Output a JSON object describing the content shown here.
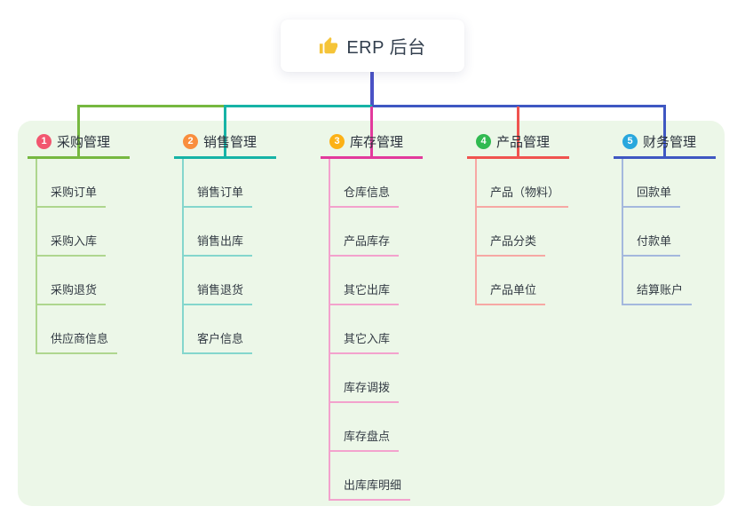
{
  "root": {
    "label": "ERP 后台",
    "icon": "thumbs-up-icon",
    "connector_color": "#4a52c6",
    "icon_color": "#f5c438"
  },
  "panel": {
    "background": "#ecf7e8"
  },
  "branches": [
    {
      "number": "1",
      "title": "采购管理",
      "color": "#76b840",
      "light_color": "#aed68e",
      "badge_color": "#f2566f",
      "items": [
        "采购订单",
        "采购入库",
        "采购退货",
        "供应商信息"
      ]
    },
    {
      "number": "2",
      "title": "销售管理",
      "color": "#16b3a6",
      "light_color": "#84d6cd",
      "badge_color": "#f98e3d",
      "items": [
        "销售订单",
        "销售出库",
        "销售退货",
        "客户信息"
      ]
    },
    {
      "number": "3",
      "title": "库存管理",
      "color": "#e23a9c",
      "light_color": "#f3a2cd",
      "badge_color": "#fcb116",
      "items": [
        "仓库信息",
        "产品库存",
        "其它出库",
        "其它入库",
        "库存调拨",
        "库存盘点",
        "出库库明细"
      ]
    },
    {
      "number": "4",
      "title": "产品管理",
      "color": "#f0534f",
      "light_color": "#f7a8a4",
      "badge_color": "#31ba51",
      "items": [
        "产品（物料）",
        "产品分类",
        "产品单位"
      ]
    },
    {
      "number": "5",
      "title": "财务管理",
      "color": "#3f57c2",
      "light_color": "#a4b8dd",
      "badge_color": "#28a7dd",
      "items": [
        "回款单",
        "付款单",
        "结算账户"
      ]
    }
  ]
}
